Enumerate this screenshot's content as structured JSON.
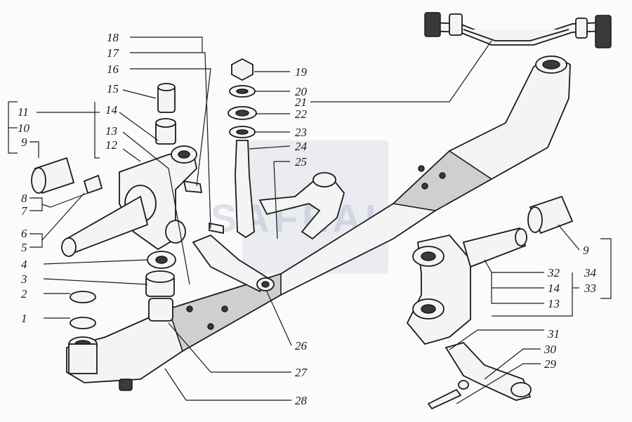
{
  "watermark": {
    "text": "SAFEAL",
    "color": "#5b6f9a"
  },
  "labels": {
    "l1": "1",
    "l2": "2",
    "l3": "3",
    "l4": "4",
    "l5": "5",
    "l6": "6",
    "l7": "7",
    "l8": "8",
    "l9a": "9",
    "l9b": "9",
    "l10": "10",
    "l11": "11",
    "l12": "12",
    "l13a": "13",
    "l13b": "13",
    "l14a": "14",
    "l14b": "14",
    "l15": "15",
    "l16": "16",
    "l17": "17",
    "l18": "18",
    "l19": "19",
    "l20": "20",
    "l21": "21",
    "l22": "22",
    "l23": "23",
    "l24": "24",
    "l25": "25",
    "l26": "26",
    "l27": "27",
    "l28": "28",
    "l29": "29",
    "l30": "30",
    "l31": "31",
    "l32": "32",
    "l33": "33",
    "l34": "34"
  }
}
